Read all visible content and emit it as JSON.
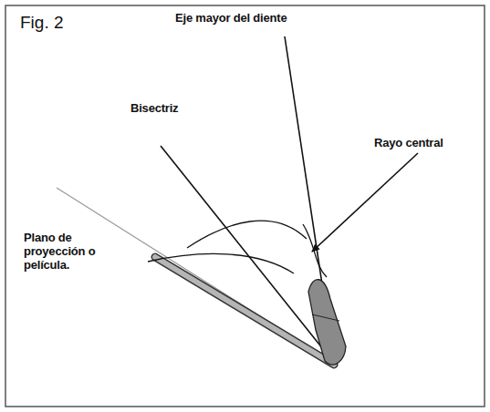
{
  "diagram": {
    "title": "Fig. 2",
    "labels": [
      "Eje mayor del diente",
      "Bisectriz",
      "Rayo central",
      "Plano de proyección o película."
    ]
  }
}
